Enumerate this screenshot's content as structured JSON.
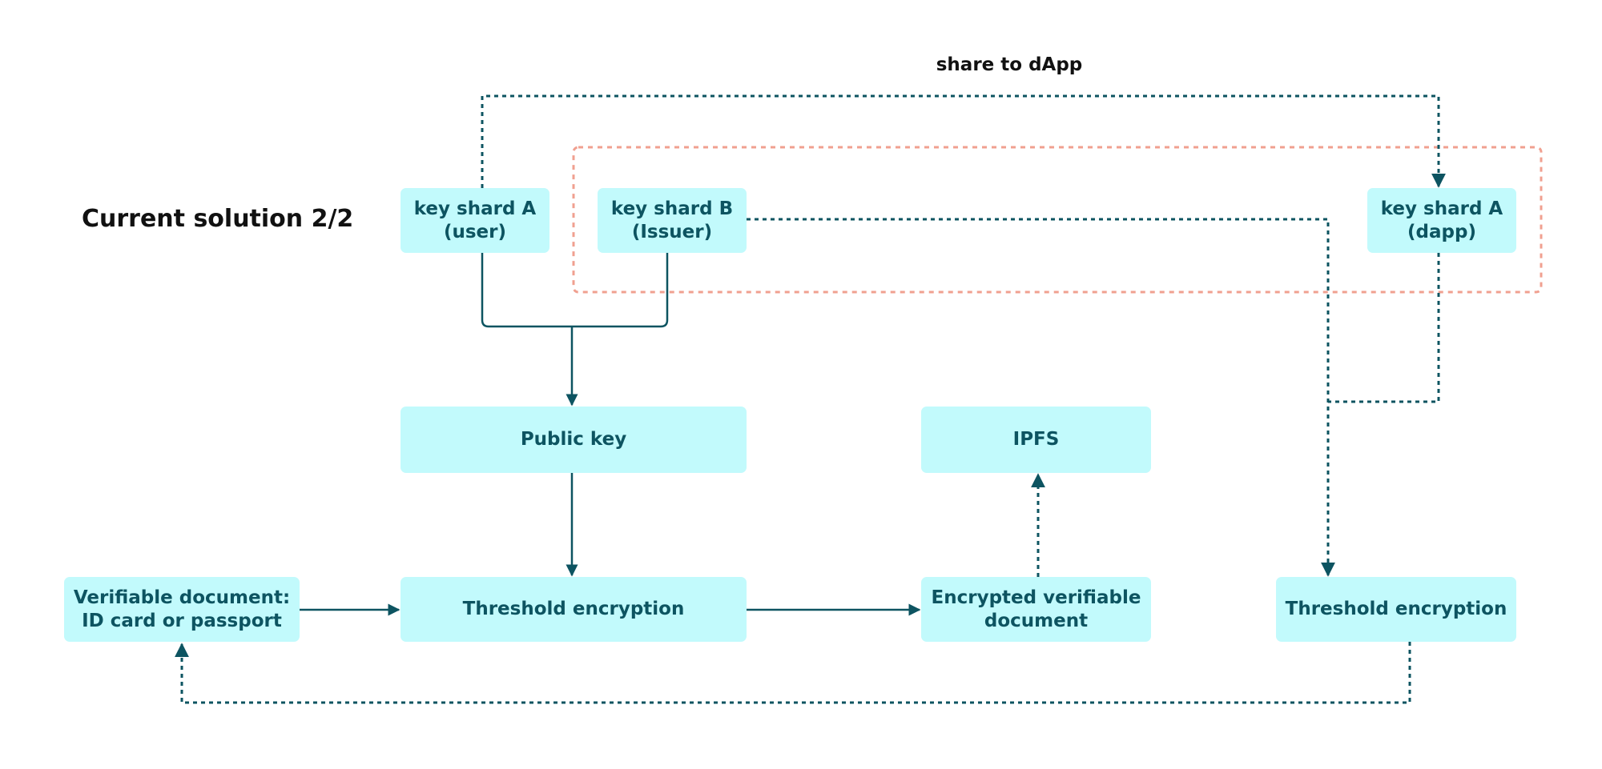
{
  "title": "Current solution 2/2",
  "colors": {
    "node_fill": "#c2fafc",
    "node_text": "#0d5461",
    "arrow": "#0d5461",
    "group_border": "#f0a090"
  },
  "edge_labels": {
    "share": "share to dApp"
  },
  "nodes": {
    "key_shard_a_user": {
      "line1": "key shard A",
      "line2": "(user)"
    },
    "key_shard_b_issuer": {
      "line1": "key shard B",
      "line2": "(Issuer)"
    },
    "key_shard_a_dapp": {
      "line1": "key shard A",
      "line2": "(dapp)"
    },
    "public_key": {
      "label": "Public key"
    },
    "ipfs": {
      "label": "IPFS"
    },
    "verifiable_document": {
      "line1": "Verifiable document:",
      "line2": "ID card or passport"
    },
    "threshold_encryption_1": {
      "label": "Threshold encryption"
    },
    "encrypted_document": {
      "line1": "Encrypted verifiable",
      "line2": "document"
    },
    "threshold_encryption_2": {
      "label": "Threshold encryption"
    }
  },
  "edges": [
    {
      "from": "key_shard_a_user",
      "to": "public_key",
      "style": "solid"
    },
    {
      "from": "key_shard_b_issuer",
      "to": "public_key",
      "style": "solid"
    },
    {
      "from": "public_key",
      "to": "threshold_encryption_1",
      "style": "solid"
    },
    {
      "from": "verifiable_document",
      "to": "threshold_encryption_1",
      "style": "solid"
    },
    {
      "from": "threshold_encryption_1",
      "to": "encrypted_document",
      "style": "solid"
    },
    {
      "from": "encrypted_document",
      "to": "ipfs",
      "style": "dotted"
    },
    {
      "from": "key_shard_a_user",
      "to": "key_shard_a_dapp",
      "style": "dotted",
      "label": "share to dApp"
    },
    {
      "from": "key_shard_b_issuer",
      "to": "threshold_encryption_2",
      "style": "dotted"
    },
    {
      "from": "key_shard_a_dapp",
      "to": "threshold_encryption_2",
      "style": "dotted"
    },
    {
      "from": "threshold_encryption_2",
      "to": "verifiable_document",
      "style": "dotted"
    }
  ]
}
